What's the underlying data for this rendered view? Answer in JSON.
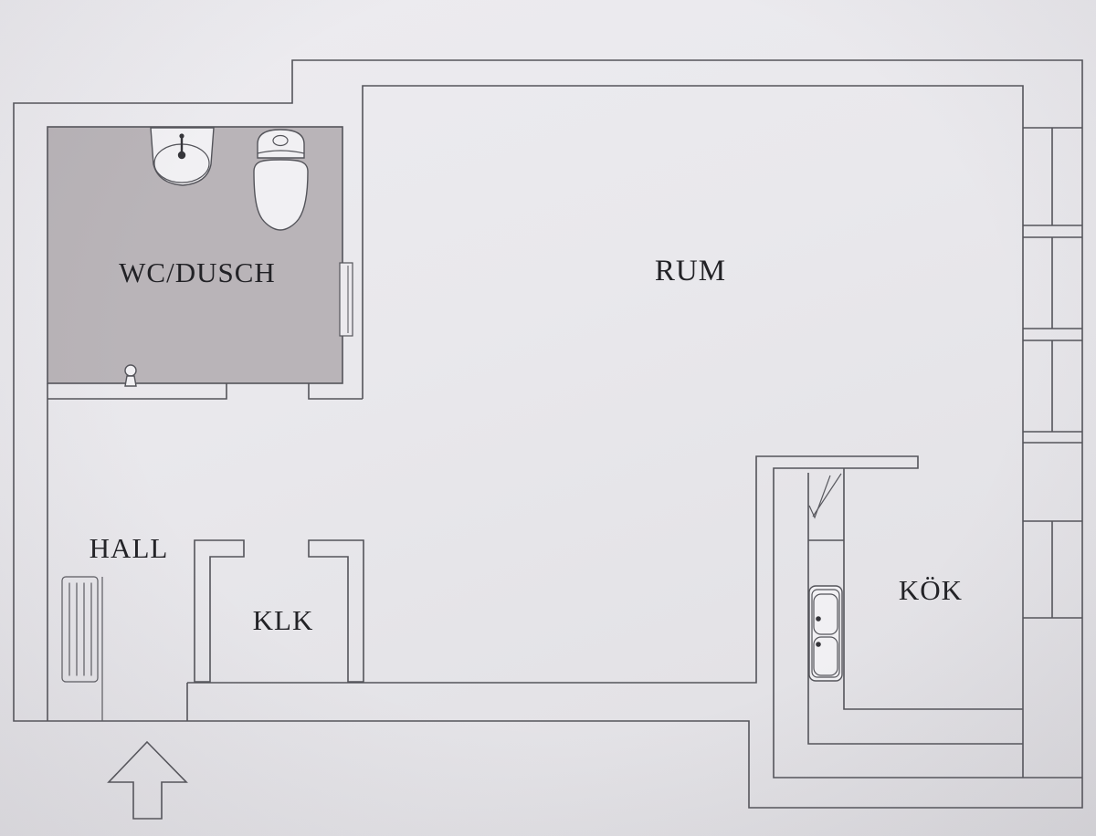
{
  "floor_plan": {
    "type": "apartment-floor-plan",
    "rooms": [
      {
        "id": "wc-dusch",
        "label": "WC/DUSCH"
      },
      {
        "id": "rum",
        "label": "RUM"
      },
      {
        "id": "hall",
        "label": "HALL"
      },
      {
        "id": "klk",
        "label": "KLK"
      },
      {
        "id": "kok",
        "label": "KÖK"
      }
    ],
    "fixtures": [
      "bathroom-sink",
      "toilet",
      "floor-drain",
      "bathroom-door",
      "kitchen-counter",
      "kitchen-door-swing",
      "kitchen-sink",
      "radiator",
      "entrance-arrow",
      "window-strip"
    ],
    "colors": {
      "paper": "#e9e8ec",
      "bathroom_floor": "#b9b4b8",
      "line": "#54545a",
      "fixture_fill": "#f1f0f3",
      "text": "#222226"
    }
  }
}
